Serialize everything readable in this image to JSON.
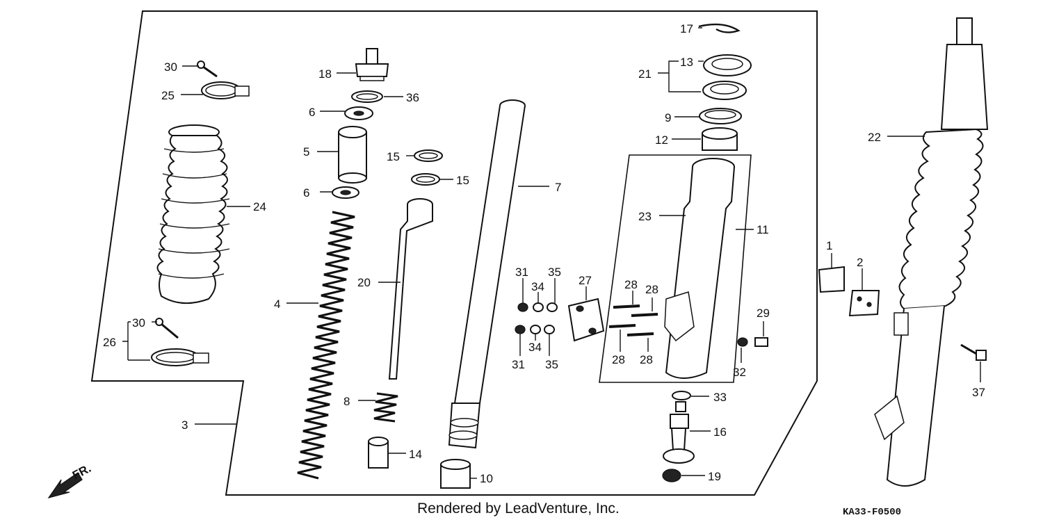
{
  "footer": {
    "credit": "Rendered by LeadVenture, Inc.",
    "diagram_code": "KA33-F0500"
  },
  "direction_arrow": {
    "label": "FR."
  },
  "callouts": [
    {
      "id": "c1",
      "label": "1"
    },
    {
      "id": "c2",
      "label": "2"
    },
    {
      "id": "c3",
      "label": "3"
    },
    {
      "id": "c4",
      "label": "4"
    },
    {
      "id": "c5",
      "label": "5"
    },
    {
      "id": "c6a",
      "label": "6"
    },
    {
      "id": "c6b",
      "label": "6"
    },
    {
      "id": "c7",
      "label": "7"
    },
    {
      "id": "c8",
      "label": "8"
    },
    {
      "id": "c9",
      "label": "9"
    },
    {
      "id": "c10",
      "label": "10"
    },
    {
      "id": "c11",
      "label": "11"
    },
    {
      "id": "c12",
      "label": "12"
    },
    {
      "id": "c13",
      "label": "13"
    },
    {
      "id": "c14",
      "label": "14"
    },
    {
      "id": "c15a",
      "label": "15"
    },
    {
      "id": "c15b",
      "label": "15"
    },
    {
      "id": "c16",
      "label": "16"
    },
    {
      "id": "c17",
      "label": "17"
    },
    {
      "id": "c18",
      "label": "18"
    },
    {
      "id": "c19",
      "label": "19"
    },
    {
      "id": "c20",
      "label": "20"
    },
    {
      "id": "c21",
      "label": "21"
    },
    {
      "id": "c22",
      "label": "22"
    },
    {
      "id": "c23",
      "label": "23"
    },
    {
      "id": "c24",
      "label": "24"
    },
    {
      "id": "c25",
      "label": "25"
    },
    {
      "id": "c26",
      "label": "26"
    },
    {
      "id": "c27",
      "label": "27"
    },
    {
      "id": "c28a",
      "label": "28"
    },
    {
      "id": "c28b",
      "label": "28"
    },
    {
      "id": "c28c",
      "label": "28"
    },
    {
      "id": "c28d",
      "label": "28"
    },
    {
      "id": "c29",
      "label": "29"
    },
    {
      "id": "c30a",
      "label": "30"
    },
    {
      "id": "c30b",
      "label": "30"
    },
    {
      "id": "c31a",
      "label": "31"
    },
    {
      "id": "c31b",
      "label": "31"
    },
    {
      "id": "c32",
      "label": "32"
    },
    {
      "id": "c33",
      "label": "33"
    },
    {
      "id": "c34a",
      "label": "34"
    },
    {
      "id": "c34b",
      "label": "34"
    },
    {
      "id": "c35a",
      "label": "35"
    },
    {
      "id": "c35b",
      "label": "35"
    },
    {
      "id": "c36",
      "label": "36"
    },
    {
      "id": "c37",
      "label": "37"
    }
  ]
}
